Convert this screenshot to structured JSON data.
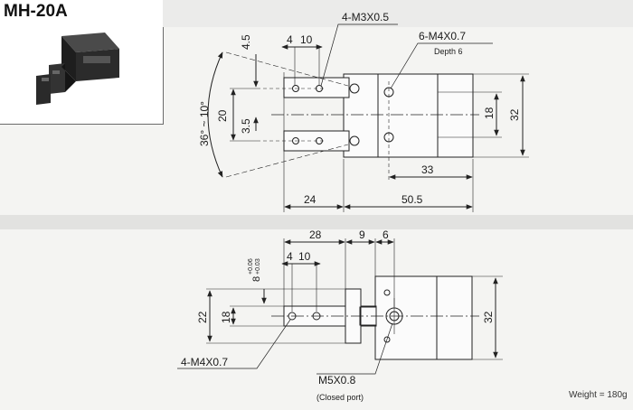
{
  "title": {
    "model": "MH-20A"
  },
  "top_view": {
    "dims": {
      "tap_top": "4-M3X0.5",
      "tap_body": "6-M4X0.7",
      "tap_body_note": "Depth 6",
      "pitch_4_5": "4.5",
      "pitch_4_10": "4",
      "pitch_4_10b": "10",
      "angle": "36° ~ 10°",
      "open_20": "20",
      "pitch_3_5": "3.5",
      "height_18": "18",
      "height_32": "32",
      "len_33": "33",
      "len_24": "24",
      "len_50_5": "50.5"
    }
  },
  "side_view": {
    "dims": {
      "len_28": "28",
      "len_9": "9",
      "len_6": "6",
      "pitch_4": "4",
      "pitch_10": "10",
      "tol_8": "8",
      "tol_upper": "+0.06",
      "tol_lower": "+0.03",
      "height_22": "22",
      "height_18": "18",
      "height_32": "32",
      "tap_jaw": "4-M4X0.7",
      "port": "M5X0.8",
      "port_note": "(Closed port)"
    }
  },
  "weight": "Weight = 180g"
}
